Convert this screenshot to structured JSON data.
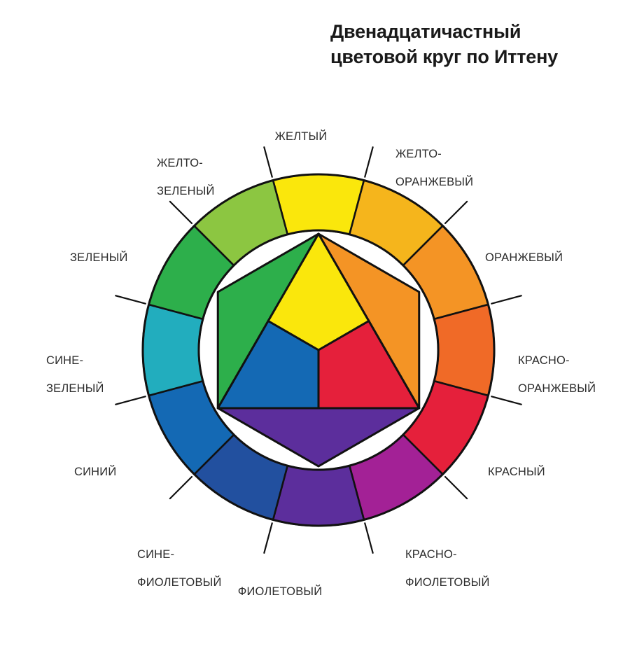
{
  "title": {
    "line1": "Двенадцатичастный",
    "line2": "цветовой круг по Иттену",
    "full": "Двенадцатичастный цветовой круг по Иттену"
  },
  "chart_data": {
    "type": "pie",
    "title": "Двенадцатичастный цветовой круг по Иттену",
    "subtitle": "",
    "xlabel": "",
    "ylabel": "",
    "legend_position": "around-ring",
    "grid": false,
    "description": "Itten twelve-part color wheel: outer ring of 12 equal hue sectors, inner hexagon of secondary colors and central triangle of primary colors.",
    "categories": [
      "ЖЕЛТЫЙ",
      "ЖЕЛТО-ОРАНЖЕВЫЙ",
      "ОРАНЖЕВЫЙ",
      "КРАСНО-ОРАНЖЕВЫЙ",
      "КРАСНЫЙ",
      "КРАСНО-ФИОЛЕТОВЫЙ",
      "ФИОЛЕТОВЫЙ",
      "СИНЕ-ФИОЛЕТОВЫЙ",
      "СИНИЙ",
      "СИНЕ-ЗЕЛЕНЫЙ",
      "ЗЕЛЕНЫЙ",
      "ЖЕЛТО-ЗЕЛЕНЫЙ"
    ],
    "values": [
      30,
      30,
      30,
      30,
      30,
      30,
      30,
      30,
      30,
      30,
      30,
      30
    ],
    "colors": [
      "#FAE70C",
      "#F5B51C",
      "#F49425",
      "#F06A27",
      "#E5203B",
      "#A32196",
      "#5C2E9C",
      "#22509F",
      "#1469B4",
      "#22ADBE",
      "#2DAF4B",
      "#8CC churchill"
    ]
  },
  "wheel": {
    "outer_ring": [
      {
        "id": "yellow",
        "label_line1": "ЖЕЛТЫЙ",
        "label_line2": "",
        "color": "#FAE70C",
        "angle_deg": 0
      },
      {
        "id": "yellow-orange",
        "label_line1": "ЖЕЛТО-",
        "label_line2": "ОРАНЖЕВЫЙ",
        "color": "#F5B51C",
        "angle_deg": 30
      },
      {
        "id": "orange",
        "label_line1": "ОРАНЖЕВЫЙ",
        "label_line2": "",
        "color": "#F49425",
        "angle_deg": 60
      },
      {
        "id": "red-orange",
        "label_line1": "КРАСНО-",
        "label_line2": "ОРАНЖЕВЫЙ",
        "color": "#F06A27",
        "angle_deg": 90
      },
      {
        "id": "red",
        "label_line1": "КРАСНЫЙ",
        "label_line2": "",
        "color": "#E5203B",
        "angle_deg": 120
      },
      {
        "id": "red-violet",
        "label_line1": "КРАСНО-",
        "label_line2": "ФИОЛЕТОВЫЙ",
        "color": "#A32196",
        "angle_deg": 150
      },
      {
        "id": "violet",
        "label_line1": "ФИОЛЕТОВЫЙ",
        "label_line2": "",
        "color": "#5C2E9C",
        "angle_deg": 180
      },
      {
        "id": "blue-violet",
        "label_line1": "СИНЕ-",
        "label_line2": "ФИОЛЕТОВЫЙ",
        "color": "#22509F",
        "angle_deg": 210
      },
      {
        "id": "blue",
        "label_line1": "СИНИЙ",
        "label_line2": "",
        "color": "#1469B4",
        "angle_deg": 240
      },
      {
        "id": "blue-green",
        "label_line1": "СИНЕ-",
        "label_line2": "ЗЕЛЕНЫЙ",
        "color": "#22ADBE",
        "angle_deg": 270
      },
      {
        "id": "green",
        "label_line1": "ЗЕЛЕНЫЙ",
        "label_line2": "",
        "color": "#2DAF4B",
        "angle_deg": 300
      },
      {
        "id": "yellow-green",
        "label_line1": "ЖЕЛТО-",
        "label_line2": "ЗЕЛЕНЫЙ",
        "color": "#8CC641",
        "angle_deg": 330
      }
    ],
    "hexagon_secondary": [
      {
        "id": "hex-green",
        "color": "#2DAF4B"
      },
      {
        "id": "hex-orange",
        "color": "#F49425"
      },
      {
        "id": "hex-violet",
        "color": "#5C2E9C"
      }
    ],
    "triangle_primary": [
      {
        "id": "tri-yellow",
        "color": "#FAE70C"
      },
      {
        "id": "tri-red",
        "color": "#E5203B"
      },
      {
        "id": "tri-blue",
        "color": "#1469B4"
      }
    ],
    "stroke_color": "#111111"
  }
}
